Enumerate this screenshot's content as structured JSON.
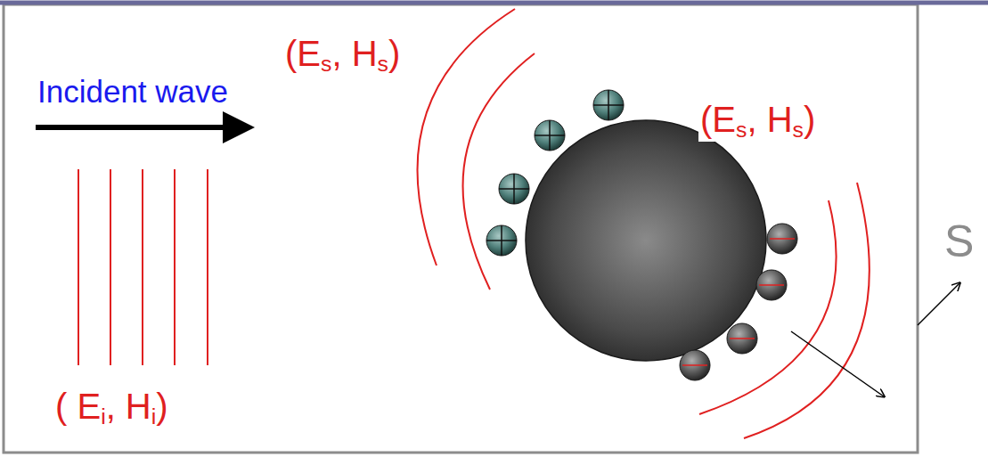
{
  "diagram": {
    "labels": [
      "Incident wave",
      "( Ei, Hi)",
      "(Es, Hs)",
      "(Es, Hs)",
      "S"
    ]
  }
}
